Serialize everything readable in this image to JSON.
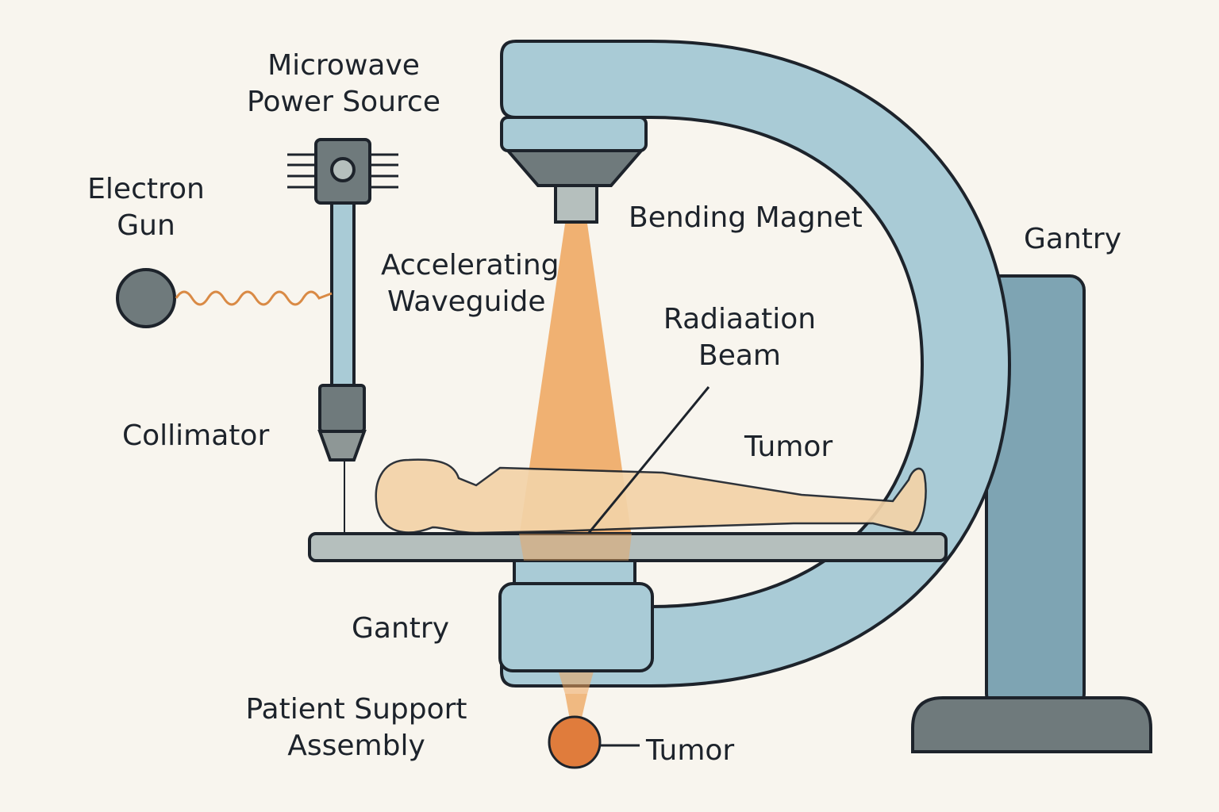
{
  "labels": {
    "microwave": [
      "Microwave",
      "Power Source"
    ],
    "electron_gun": [
      "Electron",
      "Gun"
    ],
    "accelerating": [
      "Accelerating",
      "Waveguide"
    ],
    "bending_magnet": "Bending Magnet",
    "gantry_right": "Gantry",
    "radiation_beam": [
      "Radiaation",
      "Beam"
    ],
    "collimator": "Collimator",
    "tumor_upper": "Tumor",
    "gantry_lower": "Gantry",
    "patient_support": [
      "Patient Support",
      "Assembly"
    ],
    "tumor_lower": "Tumor"
  },
  "colors": {
    "background": "#f8f5ee",
    "gantry_light": "#a9cbd6",
    "gantry_dark": "#7ea4b3",
    "gray_dark": "#6f7a7c",
    "gray_light": "#b5bfbd",
    "outline": "#1d232b",
    "beam": "#eea45c",
    "body": "#f3d3a8",
    "tumor": "#e07c3c",
    "wave": "#d98a45"
  }
}
